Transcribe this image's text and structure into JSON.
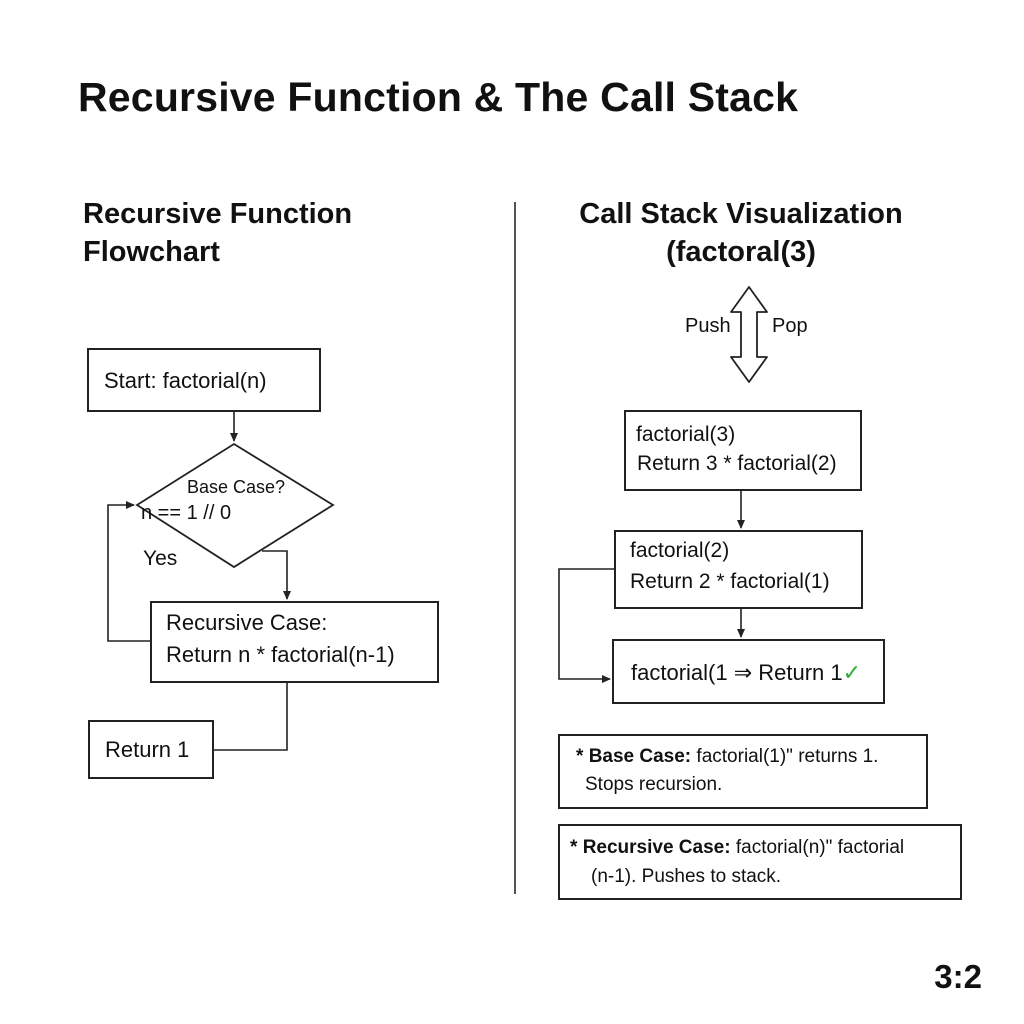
{
  "title": "Recursive Function & The Call Stack",
  "left": {
    "heading_line1": "Recursive Function",
    "heading_line2": "Flowchart",
    "start_label": "Start: factorial(n)",
    "decision_line1": "Base Case?",
    "decision_line2": "n == 1 // 0",
    "yes_label": "Yes",
    "recursive_line1": "Recursive Case:",
    "recursive_line2": "Return n * factorial(n-1)",
    "return_label": "Return 1"
  },
  "right": {
    "heading_line1": "Call Stack Visualization",
    "heading_line2": "(factoral(3)",
    "push_label": "Push",
    "pop_label": "Pop",
    "frames": [
      {
        "line1": "factorial(3)",
        "line2": "Return 3 * factorial(2)"
      },
      {
        "line1": "factorial(2)",
        "line2": "Return 2 * factorial(1)"
      },
      {
        "line1": "factorial(1 ⇒ Return 1",
        "check": "✓"
      }
    ],
    "note_base_bold": "Base Case:",
    "note_base_text": "factorial(1)\" returns 1.",
    "note_base_line2": "Stops recursion.",
    "note_rec_bold": "Recursive Case:",
    "note_rec_text": "factorial(n)\" factorial",
    "note_rec_line2": "(n-1). Pushes to stack.",
    "bullet": "*"
  },
  "ratio_label": "3:2",
  "colors": {
    "check": "#2eaa3a",
    "line": "#222222"
  }
}
